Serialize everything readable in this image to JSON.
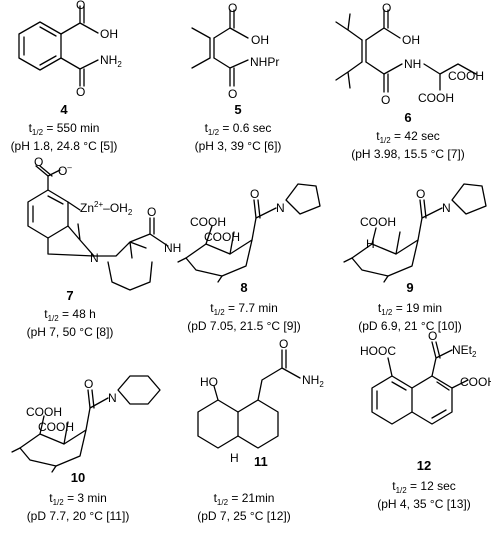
{
  "compounds": [
    {
      "number": "4",
      "half_life_sub": "1/2",
      "half_life_value": "= 550 min",
      "conditions": "(pH 1.8, 24.8 °C [5])"
    },
    {
      "number": "5",
      "half_life_sub": "1/2",
      "half_life_value": "= 0.6 sec",
      "conditions": "(pH 3, 39 °C [6])"
    },
    {
      "number": "6",
      "half_life_sub": "1/2",
      "half_life_value": "= 42 sec",
      "conditions": "(pH 3.98, 15.5 °C [7])"
    },
    {
      "number": "7",
      "half_life_sub": "1/2",
      "half_life_value": "= 48 h",
      "conditions": "(pH 7, 50 °C [8])"
    },
    {
      "number": "8",
      "half_life_sub": "1/2",
      "half_life_value": "= 7.7 min",
      "conditions": "(pD 7.05, 21.5 °C [9])"
    },
    {
      "number": "9",
      "half_life_sub": "1/2",
      "half_life_value": "= 19 min",
      "conditions": "(pD 6.9, 21 °C [10])"
    },
    {
      "number": "10",
      "half_life_sub": "1/2",
      "half_life_value": "= 3 min",
      "conditions": "(pD 7.7, 20 °C [11])"
    },
    {
      "number": "11",
      "half_life_sub": "1/2",
      "half_life_value": "= 21min",
      "conditions": "(pD 7, 25 °C [12])"
    },
    {
      "number": "12",
      "half_life_sub": "1/2",
      "half_life_value": "= 12 sec",
      "conditions": "(pH 4, 35 °C [13])"
    }
  ],
  "atom_labels": {
    "c4_oh": "OH",
    "c4_o1": "O",
    "c4_o2": "O",
    "c4_nh2": "NH",
    "c5_o1": "O",
    "c5_oh": "OH",
    "c5_o2": "O",
    "c5_nhpr": "NHPr",
    "c6_o1": "O",
    "c6_oh": "OH",
    "c6_o2": "O",
    "c6_nh": "NH",
    "c6_cooh1": "COOH",
    "c6_cooh2": "COOH",
    "c7_o1": "O",
    "c7_ominus": "O",
    "c7_zn": "Zn",
    "c7_oh2": "–OH",
    "c7_n": "N",
    "c7_o2": "O",
    "c7_nh": "NH",
    "c8_o": "O",
    "c8_n": "N",
    "c8_cooh1": "COOH",
    "c8_cooh2": "COOH",
    "c9_o": "O",
    "c9_n": "N",
    "c9_cooh": "COOH",
    "c9_h": "H",
    "c10_o": "O",
    "c10_n": "N",
    "c10_cooh1": "COOH",
    "c10_cooh2": "COOH",
    "c11_ho": "HO",
    "c11_o": "O",
    "c11_nh2": "NH",
    "c11_h": "H",
    "c12_hooc": "HOOC",
    "c12_o": "O",
    "c12_net2": "NEt",
    "c12_cooh": "COOH"
  }
}
